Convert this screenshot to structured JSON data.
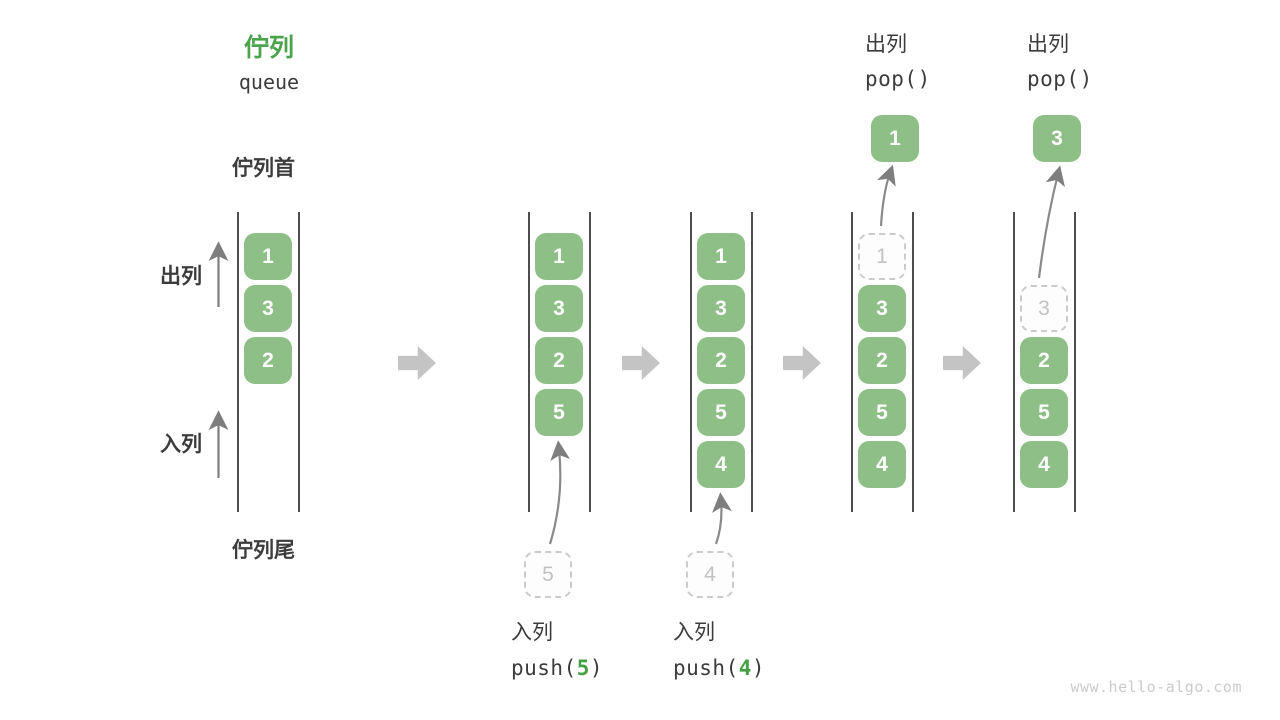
{
  "title": {
    "zh": "佇列",
    "en": "queue"
  },
  "side_labels": {
    "front": "佇列首",
    "rear": "佇列尾",
    "dequeue": "出列",
    "enqueue": "入列"
  },
  "queues": [
    {
      "slots": [
        {
          "value": "1",
          "style": "solid"
        },
        {
          "value": "3",
          "style": "solid"
        },
        {
          "value": "2",
          "style": "solid"
        }
      ]
    },
    {
      "slots": [
        {
          "value": "1",
          "style": "solid"
        },
        {
          "value": "3",
          "style": "solid"
        },
        {
          "value": "2",
          "style": "solid"
        },
        {
          "value": "5",
          "style": "solid"
        }
      ],
      "staged": {
        "value": "5"
      },
      "footer": {
        "label": "入列",
        "code_pre": "push(",
        "code_arg": "5",
        "code_post": ")"
      }
    },
    {
      "slots": [
        {
          "value": "1",
          "style": "solid"
        },
        {
          "value": "3",
          "style": "solid"
        },
        {
          "value": "2",
          "style": "solid"
        },
        {
          "value": "5",
          "style": "solid"
        },
        {
          "value": "4",
          "style": "solid"
        }
      ],
      "staged": {
        "value": "4"
      },
      "footer": {
        "label": "入列",
        "code_pre": "push(",
        "code_arg": "4",
        "code_post": ")"
      }
    },
    {
      "slots": [
        {
          "value": "1",
          "style": "dashed"
        },
        {
          "value": "3",
          "style": "solid"
        },
        {
          "value": "2",
          "style": "solid"
        },
        {
          "value": "5",
          "style": "solid"
        },
        {
          "value": "4",
          "style": "solid"
        }
      ],
      "popped": {
        "value": "1"
      },
      "header": {
        "label": "出列",
        "code": "pop()"
      }
    },
    {
      "slots": [
        {
          "style": "empty"
        },
        {
          "value": "3",
          "style": "dashed"
        },
        {
          "value": "2",
          "style": "solid"
        },
        {
          "value": "5",
          "style": "solid"
        },
        {
          "value": "4",
          "style": "solid"
        }
      ],
      "popped": {
        "value": "3"
      },
      "header": {
        "label": "出列",
        "code": "pop()"
      }
    }
  ],
  "watermark": "www.hello-algo.com",
  "colors": {
    "box_green": "#8DBF86",
    "title_green": "#4BA44B",
    "code_arg_green": "#44A044",
    "dashed_border": "#CBCBCB",
    "dashed_text": "#C2C2C2",
    "block_arrow_gray": "#C4C4C4",
    "channel_line": "#4D4D4D",
    "thin_arrow": "#7E7E7E",
    "text_dark": "#3C3C3C",
    "watermark_gray": "#CBCBCB"
  }
}
